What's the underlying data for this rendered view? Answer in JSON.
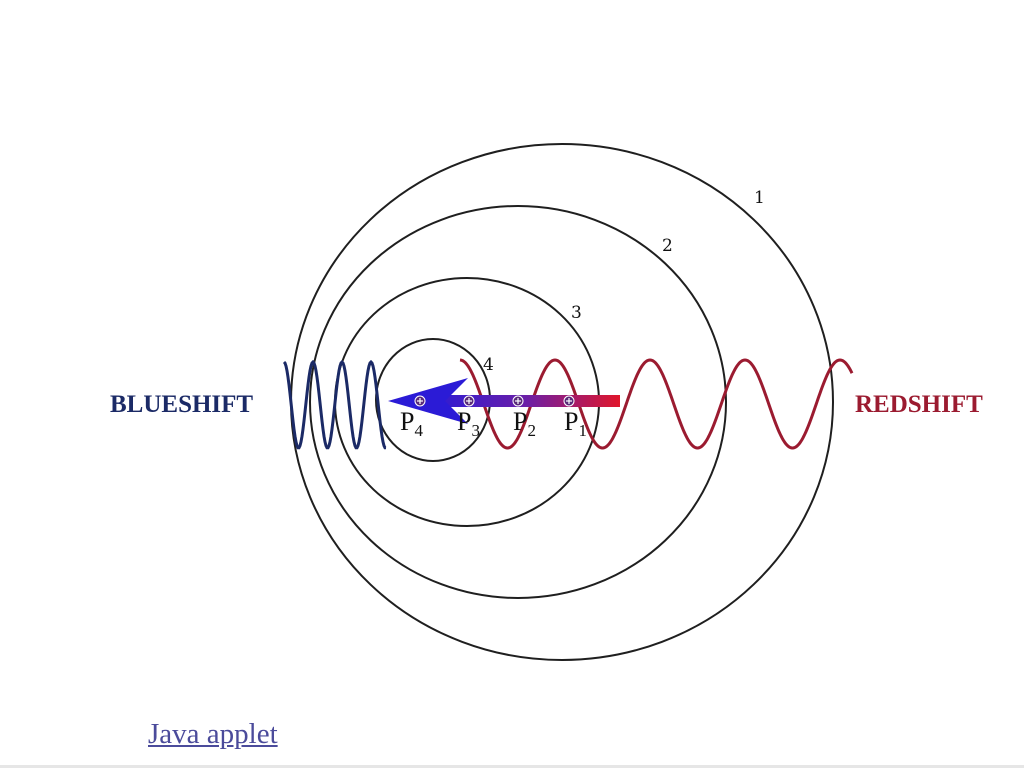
{
  "labels": {
    "blueshift": "BLUESHIFT",
    "redshift": "REDSHIFT"
  },
  "rings": [
    {
      "number": "1"
    },
    {
      "number": "2"
    },
    {
      "number": "3"
    },
    {
      "number": "4"
    }
  ],
  "positions": [
    {
      "letter": "P",
      "sub": "1"
    },
    {
      "letter": "P",
      "sub": "2"
    },
    {
      "letter": "P",
      "sub": "3"
    },
    {
      "letter": "P",
      "sub": "4"
    }
  ],
  "link": {
    "text": "Java applet"
  },
  "colors": {
    "blueshift": "#1b2a66",
    "redshift": "#9b1b30",
    "arrow_head": "#2b1bd6",
    "arrow_tail": "#e0162b",
    "ring": "#1f1f1f",
    "link": "#4b4b9b"
  }
}
